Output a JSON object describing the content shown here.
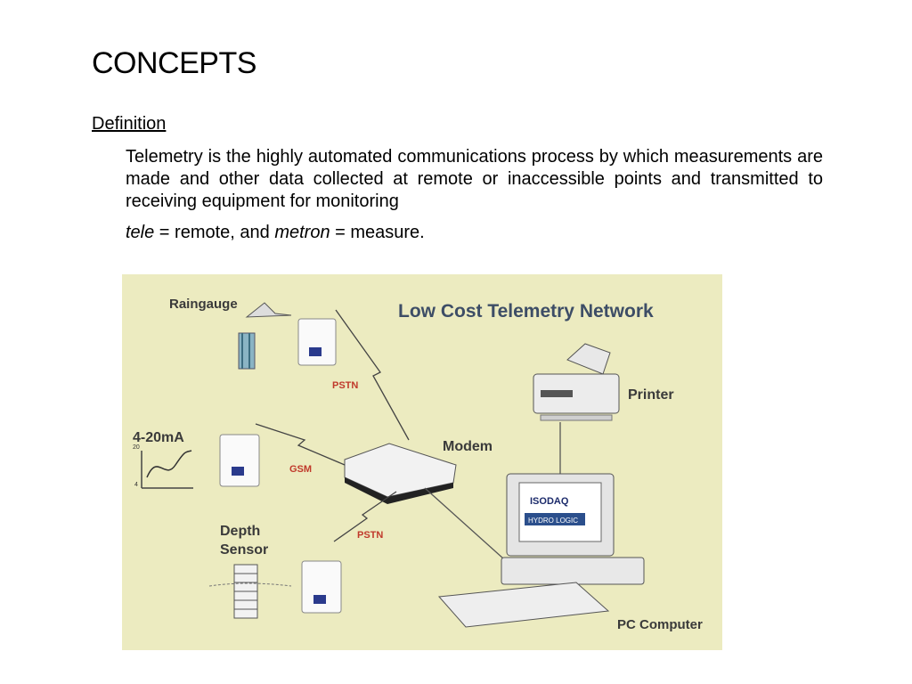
{
  "slide": {
    "title": "CONCEPTS",
    "subheading": "Definition",
    "definition": "Telemetry is the highly automated communications process by which measurements are made and other data collected at remote or inaccessible points and transmitted to receiving equipment for monitoring",
    "etymology": {
      "term1": "tele",
      "eq1": " = remote, and ",
      "term2": "metron",
      "eq2": " = measure."
    }
  },
  "figure": {
    "title": "Low Cost Telemetry Network",
    "labels": {
      "raingauge": "Raingauge",
      "analog": "4-20mA",
      "depth_line1": "Depth",
      "depth_line2": "Sensor",
      "modem": "Modem",
      "printer": "Printer",
      "pc": "PC Computer",
      "link_top": "PSTN",
      "link_mid": "GSM",
      "link_bottom": "PSTN",
      "screen_line1": "ISODAQ",
      "screen_line2": "HYDRO LOGIC",
      "axis_top": "20",
      "axis_bottom": "4"
    },
    "colors": {
      "background": "#ecebc0",
      "link_label": "#c0392b",
      "title": "#3d4d66"
    }
  }
}
